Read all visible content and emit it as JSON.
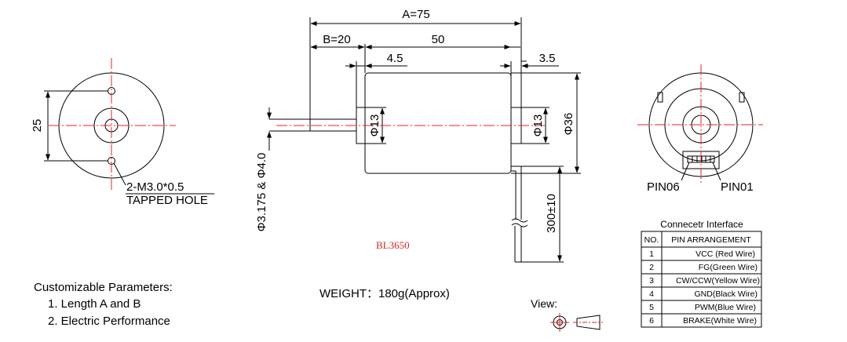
{
  "colors": {
    "line": "#000000",
    "center_line": "#e8231f",
    "model_label": "#d6281f"
  },
  "dimensions": {
    "A": "A=75",
    "B": "B=20",
    "body_length": "50",
    "left_flange": "4.5",
    "right_flange": "3.5",
    "body_diameter": "Φ36",
    "left_boss_diameter": "Φ13",
    "right_boss_diameter": "Φ13",
    "shaft_diameter": "Φ3.175 & Φ4.0",
    "cable_length": "300±10",
    "hole_spacing": "25"
  },
  "front_view": {
    "hole_note_line1": "2-M3.0*0.5",
    "hole_note_line2": "TAPPED HOLE"
  },
  "rear_view": {
    "pin_left": "PIN06",
    "pin_right": "PIN01"
  },
  "model_label": "BL3650",
  "weight": "WEIGHT：180g(Approx)",
  "view_label": "View:",
  "customizable": {
    "title": "Customizable Parameters:",
    "items": [
      "1. Length A and B",
      "2. Electric Performance"
    ]
  },
  "connector_table": {
    "title": "Connecetr Interface",
    "headers": [
      "NO.",
      "PIN ARRANGEMENT"
    ],
    "rows": [
      [
        "1",
        "VCC (Red Wire)"
      ],
      [
        "2",
        "FG(Green Wire)"
      ],
      [
        "3",
        "CW/CCW(Yellow Wire)"
      ],
      [
        "4",
        "GND(Black Wire)"
      ],
      [
        "5",
        "PWM(Blue Wire)"
      ],
      [
        "6",
        "BRAKE(White Wire)"
      ]
    ]
  }
}
